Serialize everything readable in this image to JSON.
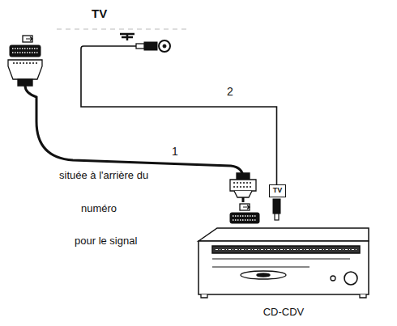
{
  "diagram": {
    "nodes": [
      {
        "text": [
          "TV"
        ]
      },
      {
        "text": [
          "CD-CDV"
        ]
      },
      {
        "text": [
          "TV"
        ]
      }
    ],
    "edges": [
      {
        "from": 0,
        "to": 1,
        "arrow": "none",
        "label": "1"
      },
      {
        "from": 0,
        "to": 2,
        "arrow": "none",
        "label": "2"
      }
    ],
    "labels": [
      "située à l'arrière du",
      "numéro",
      "pour le signal"
    ]
  }
}
